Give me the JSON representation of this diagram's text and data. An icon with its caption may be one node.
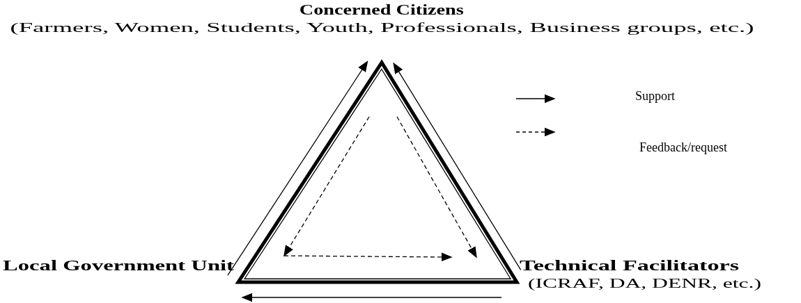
{
  "diagram": {
    "nodes": [
      {
        "text": [
          "Concerned Citizens",
          "(Farmers, Women, Students, Youth, Professionals, Business groups, etc.)"
        ]
      },
      {
        "text": [
          "Local Government Unit"
        ]
      },
      {
        "text": [
          "Technical Facilitators",
          "(ICRAF, DA, DENR, etc.)"
        ]
      }
    ],
    "edges": [
      {
        "from": 1,
        "to": 0,
        "arrow": "to"
      },
      {
        "from": 2,
        "to": 0,
        "arrow": "to"
      },
      {
        "from": 2,
        "to": 1,
        "arrow": "to"
      },
      {
        "from": null,
        "to": 1,
        "arrow": "to",
        "style": "dashed"
      },
      {
        "from": null,
        "to": 2,
        "arrow": "to",
        "style": "dashed"
      },
      {
        "from": 1,
        "to": null,
        "arrow": "to",
        "style": "dashed"
      }
    ],
    "legend": [
      {
        "text": "Support"
      },
      {
        "text": "Feedback/request"
      }
    ]
  }
}
